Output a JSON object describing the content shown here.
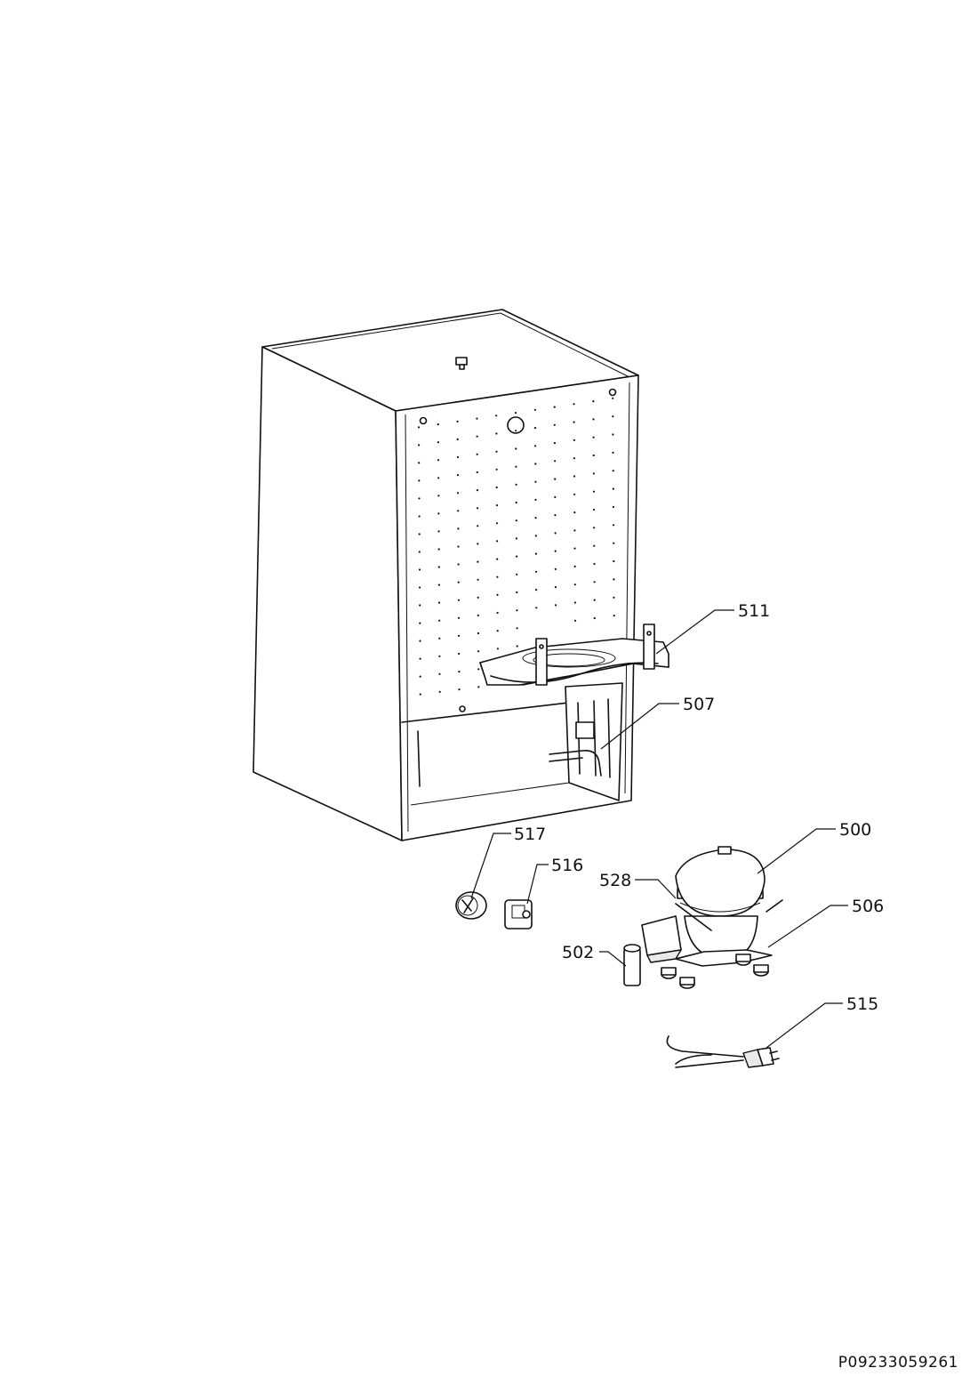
{
  "diagram": {
    "document_id": "P09233059261",
    "callouts": {
      "c511": "511",
      "c507": "507",
      "c500": "500",
      "c506": "506",
      "c528": "528",
      "c517": "517",
      "c516": "516",
      "c502": "502",
      "c515": "515"
    }
  }
}
